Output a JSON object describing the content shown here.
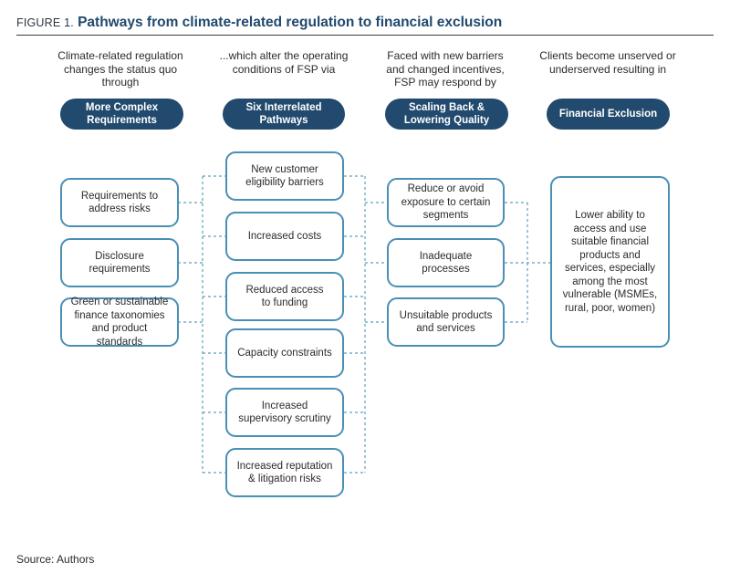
{
  "figure": {
    "label": "FIGURE 1.",
    "title": "Pathways from climate-related regulation to financial exclusion",
    "source": "Source: Authors"
  },
  "columns": [
    {
      "intro": "Climate-related regulation changes the status quo through",
      "header": "More Complex Requirements",
      "boxes": [
        "Requirements to address risks",
        "Disclosure requirements",
        "Green or sustainable finance taxonomies and product standards"
      ]
    },
    {
      "intro": "...which alter the operating conditions of FSP via",
      "header": "Six Interrelated Pathways",
      "boxes": [
        "New customer eligibility barriers",
        "Increased costs",
        "Reduced access to funding",
        "Capacity constraints",
        "Increased supervisory scrutiny",
        "Increased reputation & litigation risks"
      ]
    },
    {
      "intro": "Faced with new barriers and changed incentives, FSP may respond by",
      "header": "Scaling Back & Lowering Quality",
      "boxes": [
        "Reduce or avoid exposure to certain segments",
        "Inadequate processes",
        "Unsuitable products and services"
      ]
    },
    {
      "intro": "Clients become unserved or underserved resulting in",
      "header": "Financial Exclusion",
      "boxes": [
        "Lower ability to access and use suitable financial products and services, especially among the most vulnerable (MSMEs, rural, poor, women)"
      ]
    }
  ],
  "colors": {
    "header_fill": "#214a6e",
    "box_border": "#4a8fb4",
    "connector": "#5aa0c0",
    "title_text": "#20496e"
  }
}
